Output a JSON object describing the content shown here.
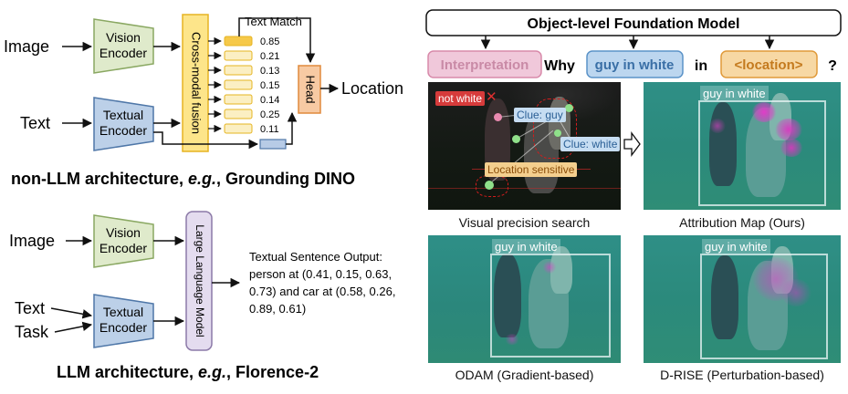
{
  "left_top": {
    "image_label": "Image",
    "text_label": "Text",
    "vision_encoder": "Vision Encoder",
    "textual_encoder": "Textual Encoder",
    "fusion": "Cross-modal fusion",
    "text_match": "Text Match",
    "scores": [
      "0.85",
      "0.21",
      "0.13",
      "0.15",
      "0.14",
      "0.25",
      "0.11"
    ],
    "head": "Head",
    "location": "Location",
    "caption_prefix": "non-LLM architecture, ",
    "caption_eg": "e.g.",
    "caption_suffix": ", Grounding DINO"
  },
  "left_bottom": {
    "image_label": "Image",
    "text_label": "Text",
    "task_label": "Task",
    "vision_encoder": "Vision Encoder",
    "textual_encoder": "Textual Encoder",
    "llm": "Large Language Model",
    "output_lines": [
      "Textual Sentence Output:",
      "person at (0.41, 0.15, 0.63,",
      "0.73) and car at (0.58, 0.26,",
      "0.89, 0.61)"
    ],
    "caption_prefix": "LLM architecture, ",
    "caption_eg": "e.g.",
    "caption_suffix": ", Florence-2"
  },
  "right": {
    "foundation": "Object-level Foundation Model",
    "interpretation": "Interpretation",
    "why": "Why",
    "query": "guy in white",
    "in_word": "in",
    "location_token": "<location>",
    "question_mark": "?",
    "search_labels": {
      "not_white": "not white",
      "clue_guy": "Clue: guy",
      "clue_white": "Clue: white",
      "location_sensitive": "Location sensitive"
    },
    "box_label": "guy in white",
    "captions": {
      "visual_precision": "Visual precision search",
      "attribution": "Attribution Map (Ours)",
      "odam": "ODAM (Gradient-based)",
      "drise": "D-RISE (Perturbation-based)"
    }
  },
  "colors": {
    "vision_fill": "#dfeacb",
    "vision_stroke": "#8aa862",
    "textual_fill": "#bcd0e8",
    "textual_stroke": "#4f77a8",
    "fusion_fill": "#fde58a",
    "fusion_stroke": "#e6b422",
    "head_fill": "#f7caa3",
    "head_stroke": "#e08a3c",
    "llm_fill": "#e4dcef",
    "llm_stroke": "#8c7aa8",
    "interp_fill": "#f0c8da",
    "interp_stroke": "#d88aaa",
    "query_fill": "#bcd6ef",
    "query_stroke": "#5b93c8",
    "loc_fill": "#f7d8a4",
    "loc_stroke": "#e09a3a"
  }
}
